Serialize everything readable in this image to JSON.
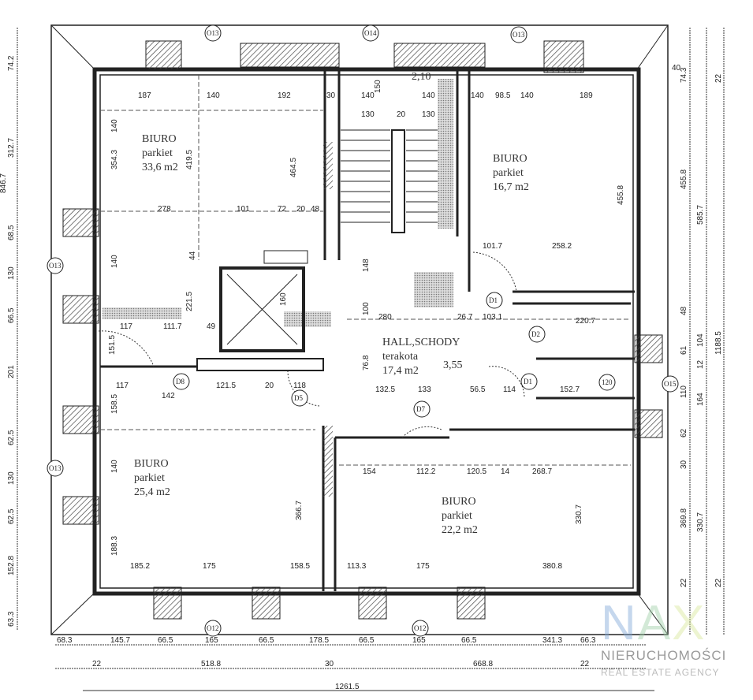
{
  "rooms": [
    {
      "name": "BIURO",
      "floor": "parkiet",
      "area": "33,6 m2"
    },
    {
      "name": "BIURO",
      "floor": "parkiet",
      "area": "16,7 m2"
    },
    {
      "name": "HALL,SCHODY",
      "floor": "terakota",
      "area": "17,4 m2"
    },
    {
      "name": "BIURO",
      "floor": "parkiet",
      "area": "25,4 m2"
    },
    {
      "name": "BIURO",
      "floor": "parkiet",
      "area": "22,2 m2"
    }
  ],
  "level_mark": "3,55",
  "level_top": "2,10",
  "windows": [
    "O13",
    "O14",
    "O13",
    "O13",
    "O13",
    "O15",
    "O12",
    "O12"
  ],
  "doors": [
    "D1",
    "D2",
    "D1",
    "D8",
    "D5",
    "D7",
    "120"
  ],
  "dimensions": {
    "bottom_row1": [
      "68.3",
      "145.7",
      "66.5",
      "165",
      "66.5",
      "178.5",
      "66.5",
      "165",
      "66.5",
      "341.3",
      "66.3"
    ],
    "bottom_row2": [
      "22",
      "518.8",
      "30",
      "668.8",
      "22"
    ],
    "bottom_total": "1261.5",
    "left": [
      "74.2",
      "312.7",
      "68.5",
      "130",
      "66.5",
      "201",
      "62.5",
      "130",
      "62.5",
      "152.8",
      "63.3",
      "846.7"
    ],
    "right_col1": [
      "74.3",
      "455.8",
      "48",
      "61",
      "110",
      "62",
      "30",
      "369.8",
      "22"
    ],
    "right_col2": [
      "585.7",
      "104",
      "12",
      "164",
      "330.7"
    ],
    "right_col3": [
      "22",
      "1188.5",
      "22"
    ],
    "interior": [
      "187",
      "140",
      "192",
      "30",
      "140",
      "150",
      "140",
      "140",
      "98.5",
      "140",
      "189",
      "130",
      "20",
      "130",
      "354.3",
      "419.5",
      "464.5",
      "278",
      "101",
      "72",
      "20",
      "48",
      "101.7",
      "258.2",
      "455.8",
      "44",
      "148",
      "221.5",
      "117",
      "111.7",
      "49",
      "151.5",
      "160",
      "280",
      "26.7",
      "103.1",
      "220.7",
      "76.8",
      "100",
      "117",
      "121.5",
      "20",
      "118",
      "142",
      "132.5",
      "133",
      "56.5",
      "114",
      "152.7",
      "158.5",
      "140",
      "154",
      "112.2",
      "120.5",
      "14",
      "268.7",
      "188.3",
      "366.7",
      "330.7",
      "185.2",
      "175",
      "158.5",
      "113.3",
      "175",
      "380.8",
      "140",
      "140",
      "40"
    ]
  },
  "logo": {
    "mark": "NAX",
    "name": "NIERUCHOMOŚCI",
    "tagline": "REAL ESTATE AGENCY",
    "colors": [
      "#7fa8d8",
      "#9fd0a8",
      "#d8e89a"
    ]
  }
}
